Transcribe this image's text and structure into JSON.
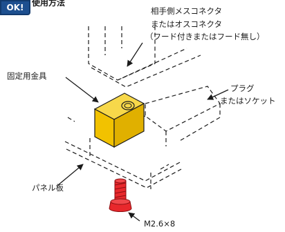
{
  "header": {
    "badge": "OK!",
    "title": "使用方法"
  },
  "labels": {
    "connector_line1": "相手側メスコネクタ",
    "connector_line2": "またはオスコネクタ",
    "connector_line3": "（フード付きまたはフード無し）",
    "fixture": "固定用金具",
    "plug_line1": "プラグ",
    "plug_line2": "またはソケット",
    "panel": "パネル板",
    "screw": "M2.6×8"
  },
  "colors": {
    "fixture": "#f2c200",
    "screw": "#e8282c",
    "line": "#1a1a1a",
    "badge": "#1d4f8f"
  }
}
